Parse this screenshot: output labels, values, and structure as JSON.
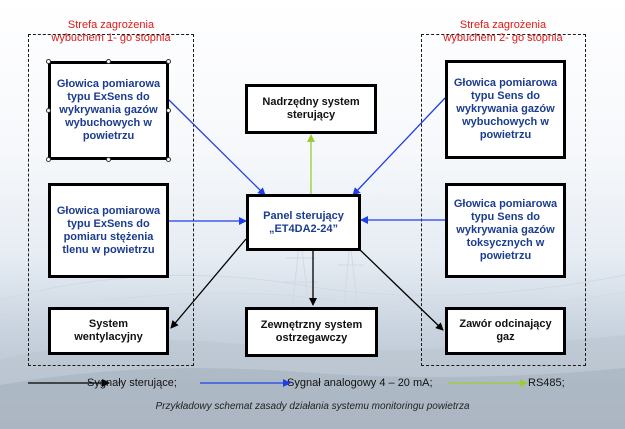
{
  "zones": [
    {
      "title": "Strefa zagrożenia wybuchem 1- go stopnia"
    },
    {
      "title": "Strefa zagrożenia wybuchem 2- go stopnia"
    }
  ],
  "nodes": {
    "exsens_explosive": "Głowica pomiarowa typu ExSens do wykrywania gazów wybuchowych w powietrzu",
    "exsens_oxygen": "Głowica pomiarowa typu ExSens  do pomiaru stężenia tlenu w powietrzu",
    "ventilation": "System wentylacyjny",
    "supervisory": "Nadrzędny system sterujący",
    "control_panel": "Panel sterujący „ET4DA2-24”",
    "external_alarm": "Zewnętrzny system ostrzegawczy",
    "sens_explosive": "Głowica pomiarowa typu Sens do wykrywania gazów wybuchowych w powietrzu",
    "sens_toxic": "Głowica pomiarowa typu Sens do wykrywania gazów toksycznych w powietrzu",
    "shutoff_valve": "Zawór odcinający gaz"
  },
  "legend": {
    "control": "Sygnały sterujące;",
    "analog": "Sygnał analogowy 4 – 20 mA;",
    "rs485": "RS485;"
  },
  "caption": "Przykładowy schemat zasady działania systemu monitoringu powietrza",
  "colors": {
    "control": "#000000",
    "analog": "#1f3fe6",
    "rs485": "#9acd32",
    "zone_title": "#e01818"
  }
}
